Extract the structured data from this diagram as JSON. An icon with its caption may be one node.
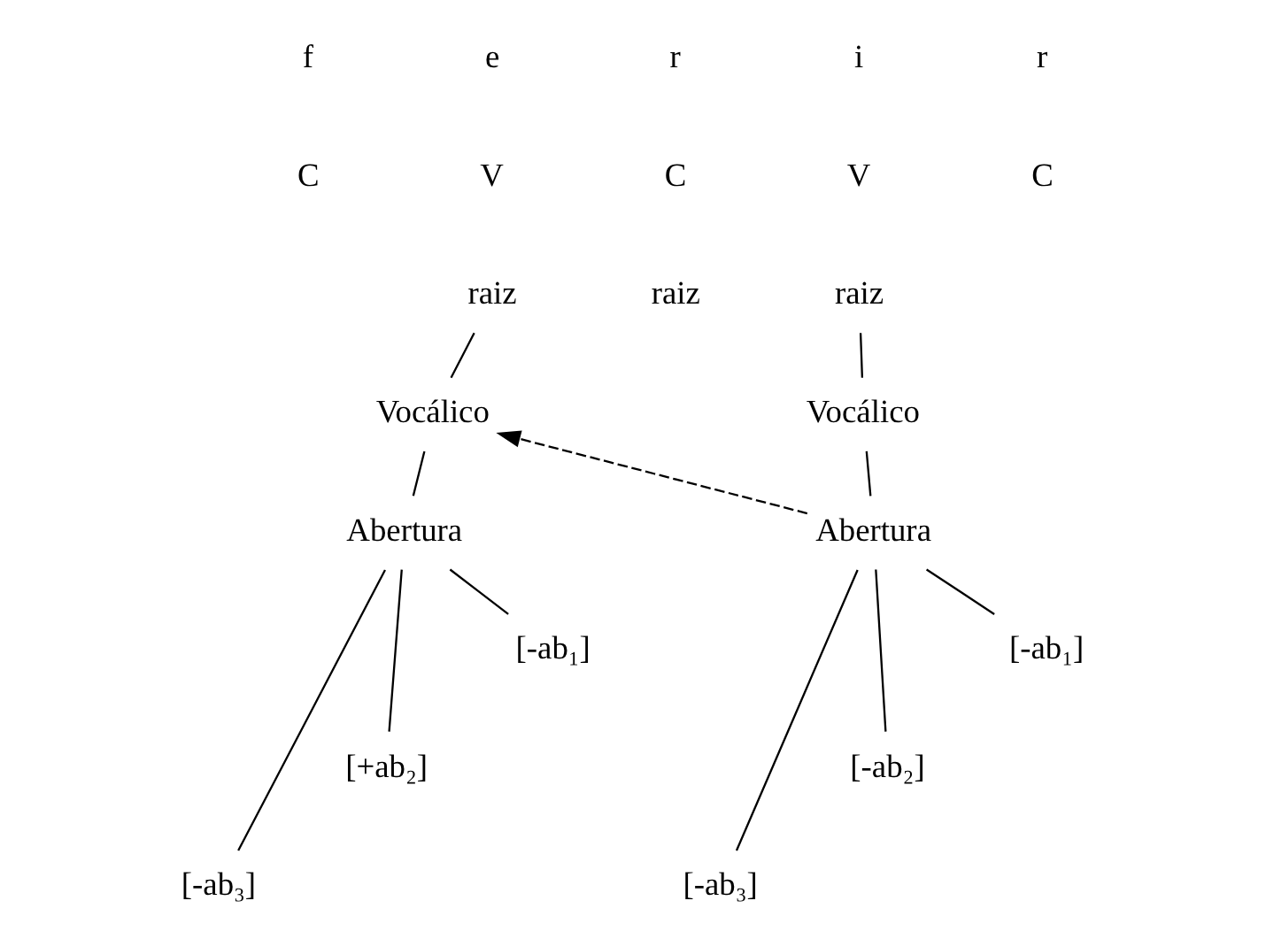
{
  "diagram": {
    "nodes": [
      {
        "text": [
          "raiz"
        ]
      },
      {
        "text": [
          "Vocálico"
        ]
      },
      {
        "text": [
          "Abertura"
        ]
      },
      {
        "text": [
          "[-ab₃]"
        ]
      },
      {
        "text": [
          "[+ab₂]"
        ]
      },
      {
        "text": [
          "[-ab₁]"
        ]
      },
      {
        "text": [
          "raiz"
        ]
      },
      {
        "text": [
          "Vocálico"
        ]
      },
      {
        "text": [
          "Abertura"
        ]
      },
      {
        "text": [
          "[-ab₃]"
        ]
      },
      {
        "text": [
          "[-ab₂]"
        ]
      },
      {
        "text": [
          "[-ab₁]"
        ]
      }
    ],
    "edges": [
      {
        "from": 0,
        "to": 1,
        "arrow": "none"
      },
      {
        "from": 1,
        "to": 2,
        "arrow": "none"
      },
      {
        "from": 2,
        "to": 3,
        "arrow": "none"
      },
      {
        "from": 2,
        "to": 4,
        "arrow": "none"
      },
      {
        "from": 2,
        "to": 5,
        "arrow": "none"
      },
      {
        "from": 6,
        "to": 7,
        "arrow": "none"
      },
      {
        "from": 7,
        "to": 8,
        "arrow": "none"
      },
      {
        "from": 8,
        "to": 9,
        "arrow": "none"
      },
      {
        "from": 8,
        "to": 10,
        "arrow": "none"
      },
      {
        "from": 8,
        "to": 11,
        "arrow": "none"
      },
      {
        "from": 8,
        "to": 1,
        "arrow": "to",
        "style": "dashed"
      }
    ],
    "labels": [
      "f",
      "e",
      "r",
      "i",
      "r",
      "C",
      "V",
      "C",
      "V",
      "C",
      "raiz"
    ]
  }
}
